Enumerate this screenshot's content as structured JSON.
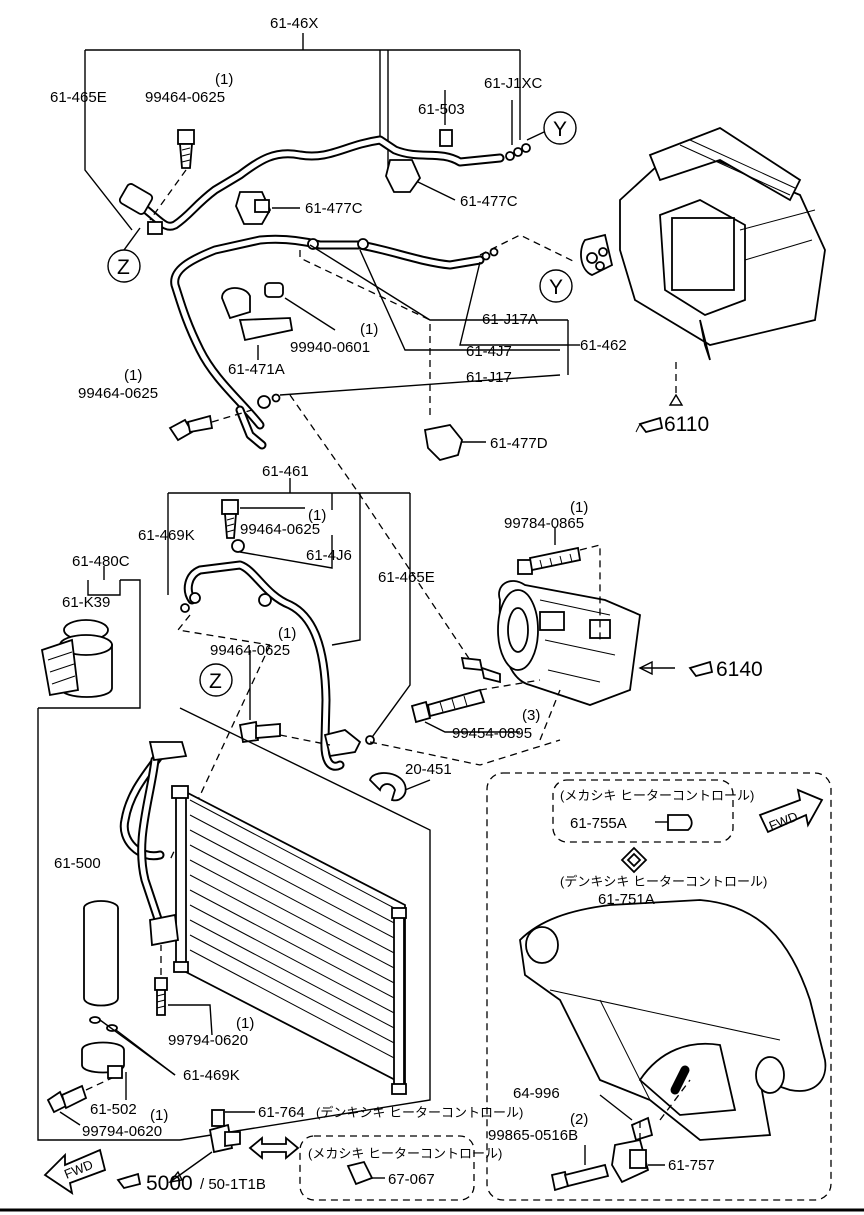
{
  "labels": {
    "l_6146X": "61-46X",
    "l_61465E_top": "61-465E",
    "l_99464_top": "99464-0625",
    "l_99464_top_qty": "(1)",
    "l_61503": "61-503",
    "l_61J1XC": "61-J1XC",
    "l_Y1": "Y",
    "l_61477C_a": "61-477C",
    "l_61477C_b": "61-477C",
    "l_Z1": "Z",
    "l_Y2": "Y",
    "l_61J17A": "61-J17A",
    "l_61471A": "61-471A",
    "l_99940": "99940-0601",
    "l_99940_qty": "(1)",
    "l_614J7": "61-4J7",
    "l_61462": "61-462",
    "l_99464_mid": "99464-0625",
    "l_99464_mid_qty": "(1)",
    "l_61J17": "61-J17",
    "l_6110": "6110",
    "l_61477D": "61-477D",
    "l_61461": "61-461",
    "l_61469K_top": "61-469K",
    "l_99464_c": "99464-0625",
    "l_99464_c_qty": "(1)",
    "l_614J6": "61-4J6",
    "l_61465E_mid": "61-465E",
    "l_99784": "99784-0865",
    "l_99784_qty": "(1)",
    "l_61480C": "61-480C",
    "l_61K39": "61-K39",
    "l_99464_d": "99464-0625",
    "l_99464_d_qty": "(1)",
    "l_Z2": "Z",
    "l_6140": "6140",
    "l_99454": "99454-0895",
    "l_99454_qty": "(3)",
    "l_20451": "20-451",
    "l_mech1": "(メカシキ ヒーターコントロール)",
    "l_61755A": "61-755A",
    "l_elec1": "(デンキシキ ヒーターコントロール)",
    "l_61751A": "61-751A",
    "l_61500": "61-500",
    "l_99794_a": "99794-0620",
    "l_99794_a_qty": "(1)",
    "l_61469K_bot": "61-469K",
    "l_61502": "61-502",
    "l_99794_b": "99794-0620",
    "l_99794_b_qty": "(1)",
    "l_61764": "61-764",
    "l_61764_note": "(デンキシキ ヒーターコントロール)",
    "l_64996": "64-996",
    "l_99865": "99865-0516B",
    "l_99865_qty": "(2)",
    "l_61757": "61-757",
    "l_5000": "5000",
    "l_501T1B": "/ 50-1T1B",
    "l_mech2": "(メカシキ ヒーターコントロール)",
    "l_67067": "67-067",
    "l_fwd1": "FWD",
    "l_fwd2": "FWD"
  },
  "icons": {
    "ref_pointer": "pointing-hand-icon",
    "fwd_arrow": "fwd-arrow-icon",
    "double_arrow": "double-arrow-icon"
  }
}
